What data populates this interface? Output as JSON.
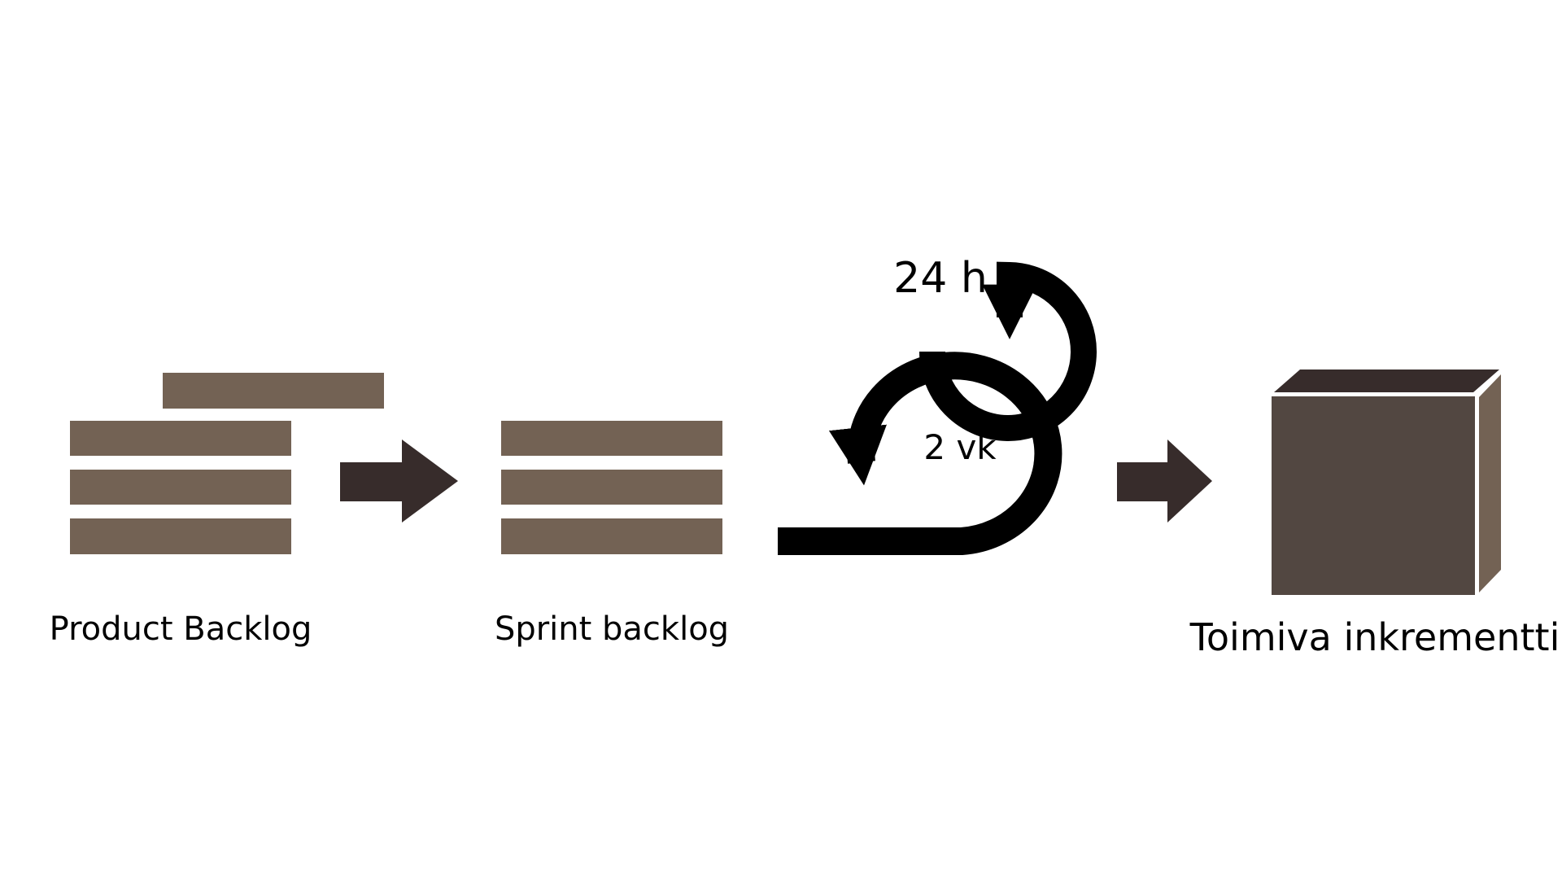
{
  "colors": {
    "background": "#ffffff",
    "backlog_bar": "#736254",
    "arrow": "#372c2b",
    "cube_front": "#524741",
    "cube_top": "#372c2b",
    "cube_side": "#736254",
    "loop": "#000000"
  },
  "stages": {
    "product_backlog": {
      "label": "Product Backlog",
      "item_count": 4
    },
    "sprint_backlog": {
      "label": "Sprint backlog",
      "item_count": 3
    },
    "increment": {
      "label": "Toimiva inkrementti",
      "icon": "cube-icon"
    }
  },
  "loops": {
    "daily": {
      "label": "24 h",
      "icon": "circular-arrow-icon"
    },
    "sprint": {
      "label": "2 vk",
      "icon": "circular-arrow-icon"
    }
  },
  "arrows": [
    {
      "from": "product_backlog",
      "to": "sprint_backlog",
      "icon": "arrow-right-icon"
    },
    {
      "from": "sprint",
      "to": "increment",
      "icon": "arrow-right-icon"
    }
  ]
}
